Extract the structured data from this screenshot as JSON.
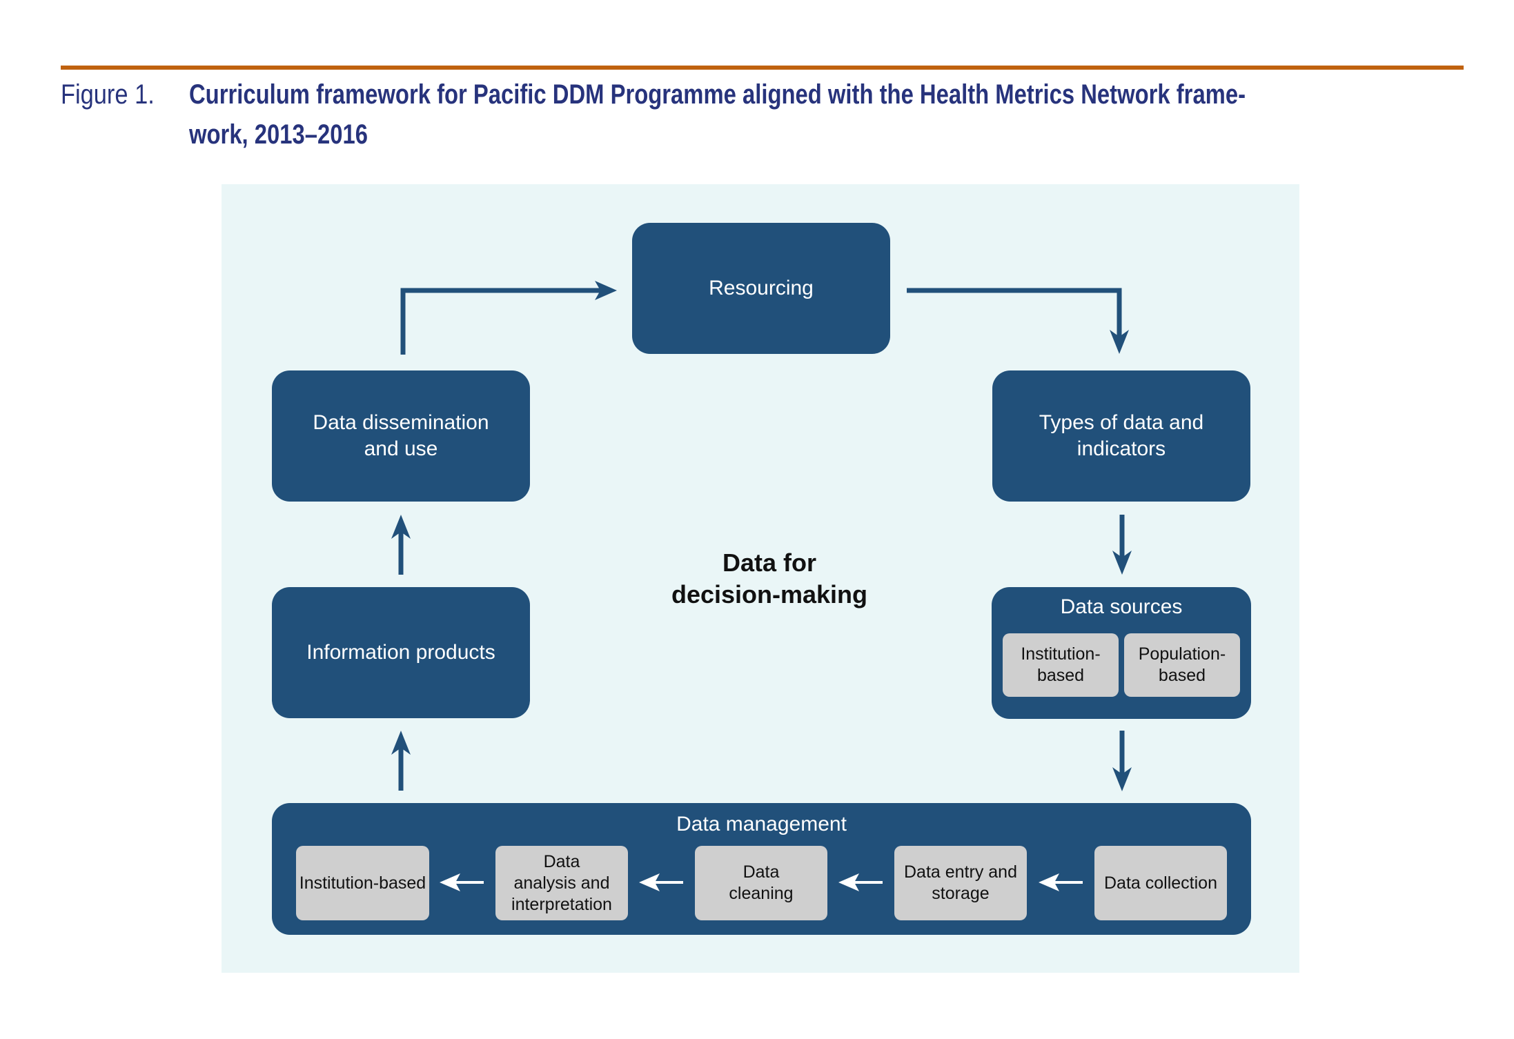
{
  "caption": {
    "label": "Figure 1.",
    "title": "Curriculum framework for Pacific DDM Programme aligned with the Health Metrics Network frame-work, 2013–2016",
    "title_line1": "Curriculum framework for Pacific DDM Programme aligned with the Health Metrics Network frame-",
    "title_line2": "work, 2013–2016"
  },
  "colors": {
    "rule": "#c0620f",
    "caption_text": "#27337c",
    "panel_bg": "#eaf6f7",
    "box_fill": "#21507a",
    "sub_box_fill": "#cfcfcf"
  },
  "diagram": {
    "center_title_line1": "Data for",
    "center_title_line2": "decision-making",
    "nodes": {
      "resourcing": "Resourcing",
      "types": {
        "line1": "Types of data and",
        "line2": "indicators"
      },
      "dissemination": {
        "line1": "Data dissemination",
        "line2": "and use"
      },
      "information_products": "Information products",
      "data_sources": {
        "title": "Data sources",
        "items": [
          {
            "line1": "Institution-",
            "line2": "based"
          },
          {
            "line1": "Population-",
            "line2": "based"
          }
        ]
      },
      "data_management": {
        "title": "Data management",
        "steps": [
          {
            "lines": [
              "Institution-based"
            ]
          },
          {
            "lines": [
              "Data",
              "analysis and",
              "interpretation"
            ]
          },
          {
            "lines": [
              "Data",
              "cleaning"
            ]
          },
          {
            "lines": [
              "Data entry and",
              "storage"
            ]
          },
          {
            "lines": [
              "Data collection"
            ]
          }
        ]
      }
    },
    "flow": [
      "Resourcing -> Types of data and indicators",
      "Types of data and indicators -> Data sources",
      "Data sources -> Data management",
      "Data collection -> Data entry and storage -> Data cleaning -> Data analysis and interpretation -> Institution-based",
      "Data management -> Information products",
      "Information products -> Data dissemination and use",
      "Data dissemination and use -> Resourcing"
    ]
  }
}
